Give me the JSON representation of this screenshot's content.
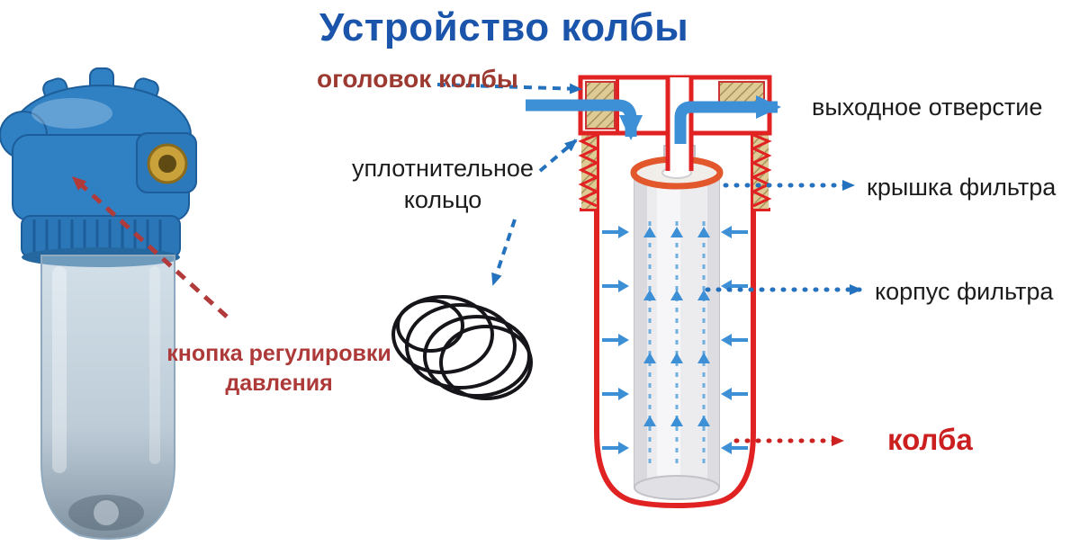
{
  "title": "Устройство колбы",
  "labels": {
    "head": "оголовок колбы",
    "outlet": "выходное отверстие",
    "sealing_ring": "уплотнительное кольцо",
    "filter_cap": "крышка фильтра",
    "filter_body": "корпус фильтра",
    "flask": "колба",
    "pressure_button": "кнопка регулировки давления"
  },
  "colors": {
    "title_blue": "#1a55ab",
    "diagram_red": "#e02222",
    "flow_blue": "#3d8fd6",
    "annotation_blue": "#2471be",
    "label_dark_red": "#9c3a32",
    "flask_label_red": "#cc1f1f",
    "label_black": "#1c1c1c",
    "thread_tan": "#ddca94"
  }
}
